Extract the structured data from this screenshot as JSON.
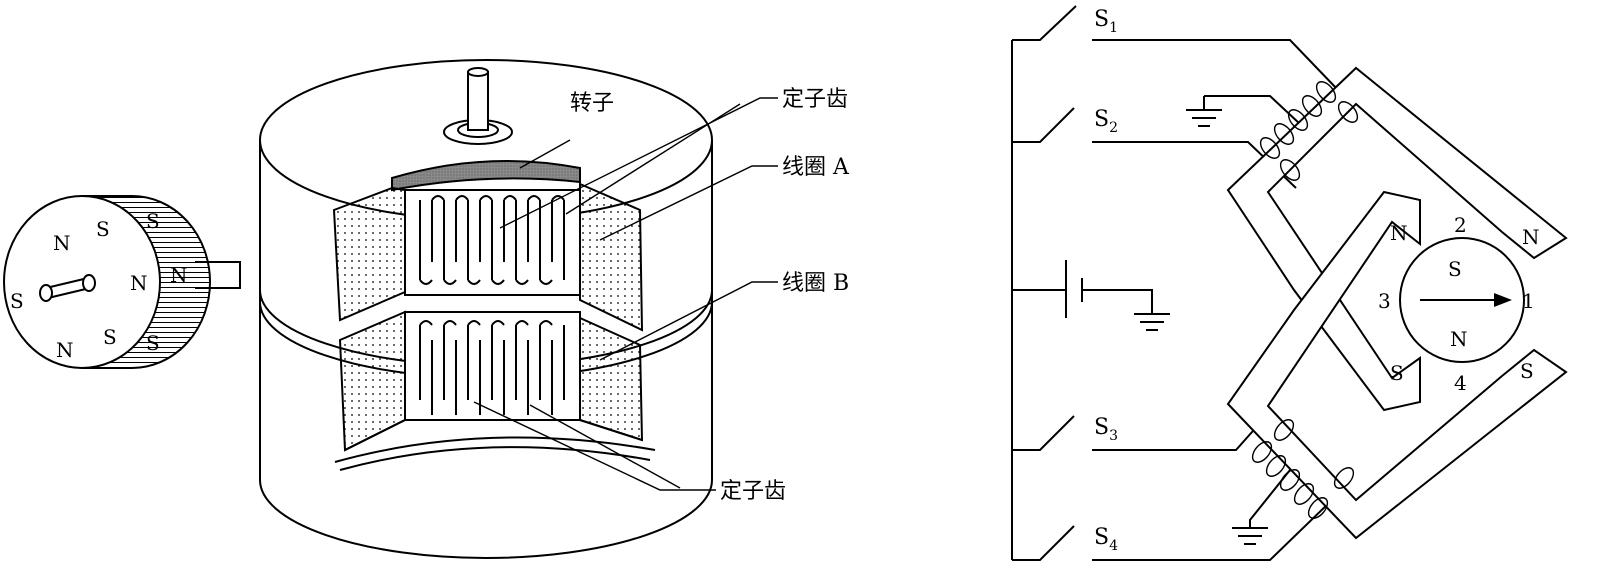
{
  "rotor_disc": {
    "pole_labels": [
      "N",
      "S",
      "S",
      "N",
      "N",
      "S",
      "N",
      "S",
      "S"
    ]
  },
  "motor_labels": {
    "rotor": "转子",
    "stator_teeth_top": "定子齿",
    "coil_a": "线圈 A",
    "coil_b": "线圈 B",
    "stator_teeth_bottom": "定子齿"
  },
  "circuit": {
    "switches": [
      {
        "letter": "S",
        "sub": "1"
      },
      {
        "letter": "S",
        "sub": "2"
      },
      {
        "letter": "S",
        "sub": "3"
      },
      {
        "letter": "S",
        "sub": "4"
      }
    ],
    "pole_tips": {
      "tl": "N",
      "tr": "N",
      "bl": "S",
      "br": "S"
    },
    "positions": {
      "p1": "1",
      "p2": "2",
      "p3": "3",
      "p4": "4"
    },
    "rotor": {
      "top": "S",
      "bottom": "N"
    }
  }
}
